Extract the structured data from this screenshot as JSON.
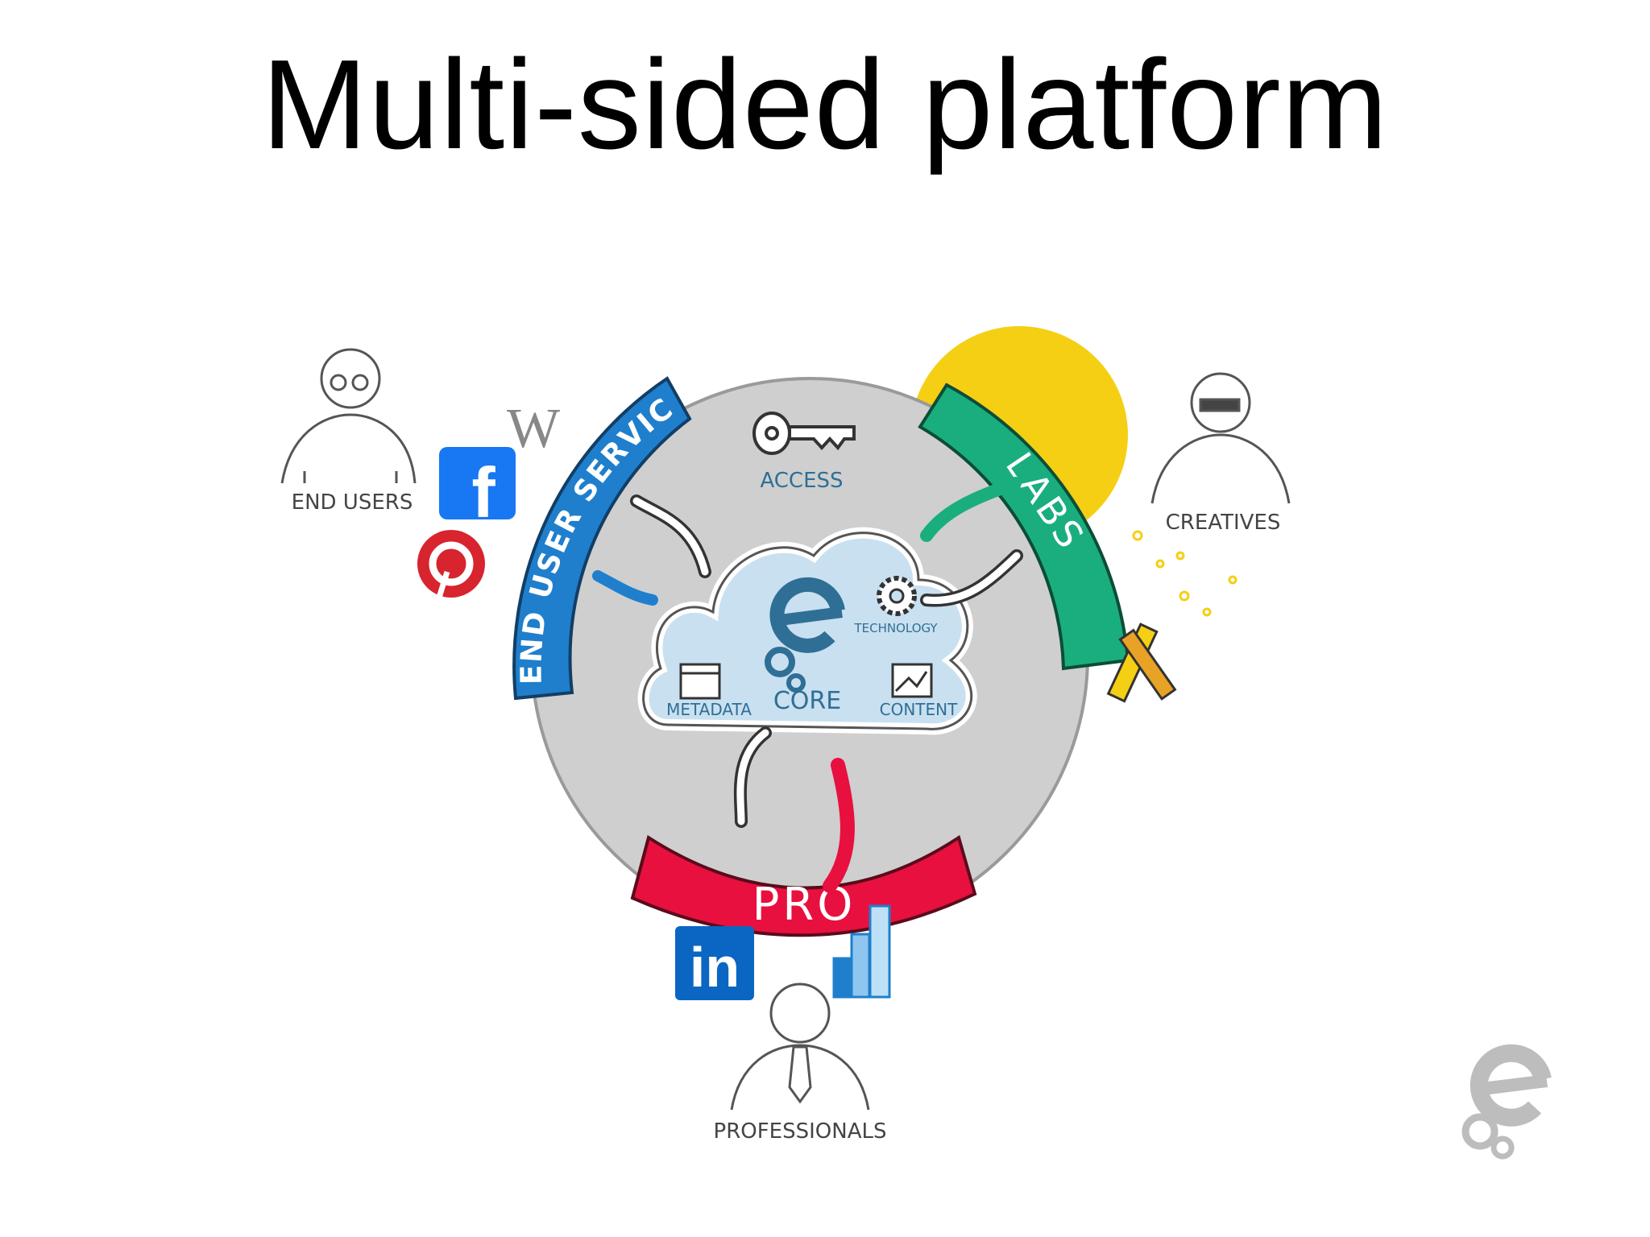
{
  "title": "Multi-sided platform",
  "colors": {
    "circle": "#cfcfcf",
    "end_user_services": "#1f7fcc",
    "labs": "#1aae7e",
    "pro": "#e8103e",
    "sun": "#f5cf13",
    "cloud": "#c9e0f0",
    "core_blue": "#2f6f96"
  },
  "segments": {
    "end_user_services": "END USER SERVICES",
    "labs": "LABS",
    "pro": "PRO"
  },
  "core": {
    "access": "ACCESS",
    "technology": "TECHNOLOGY",
    "metadata": "METADATA",
    "core": "CORE",
    "content": "CONTENT"
  },
  "actors": {
    "end_users": "END USERS",
    "creatives": "CREATIVES",
    "professionals": "PROFESSIONALS"
  },
  "icons": {
    "wikipedia": "W",
    "facebook": "f",
    "linkedin": "in",
    "pinterest": "pinterest-icon"
  }
}
